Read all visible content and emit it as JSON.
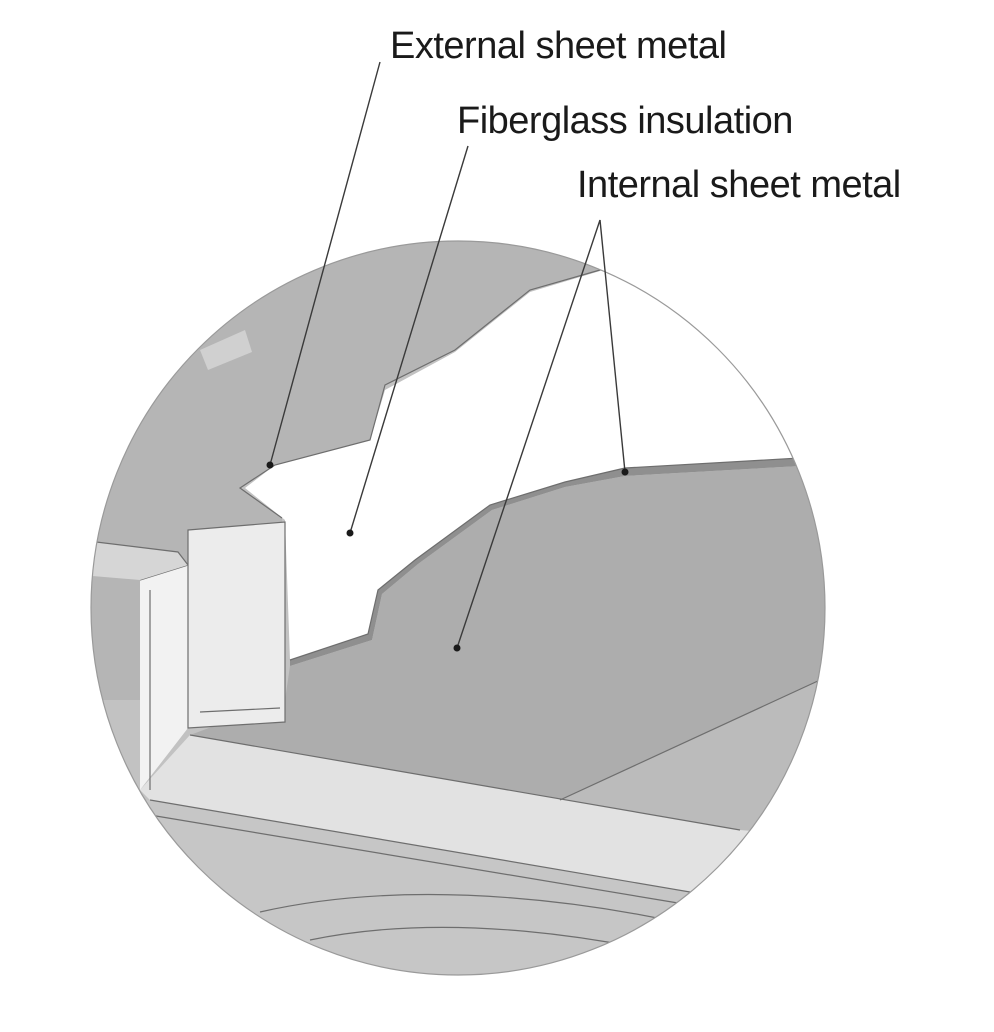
{
  "labels": {
    "external_sheet_metal": "External sheet metal",
    "fiberglass_insulation": "Fiberglass insulation",
    "internal_sheet_metal": "Internal sheet metal"
  },
  "colors": {
    "background": "#ffffff",
    "outer_panel": "#b8b8b8",
    "insulation": "#ffffff",
    "inner_panel": "#a9a9a9",
    "frame_light": "#e8e8e8",
    "floor": "#c4c4c4",
    "text": "#1a1a1a"
  }
}
